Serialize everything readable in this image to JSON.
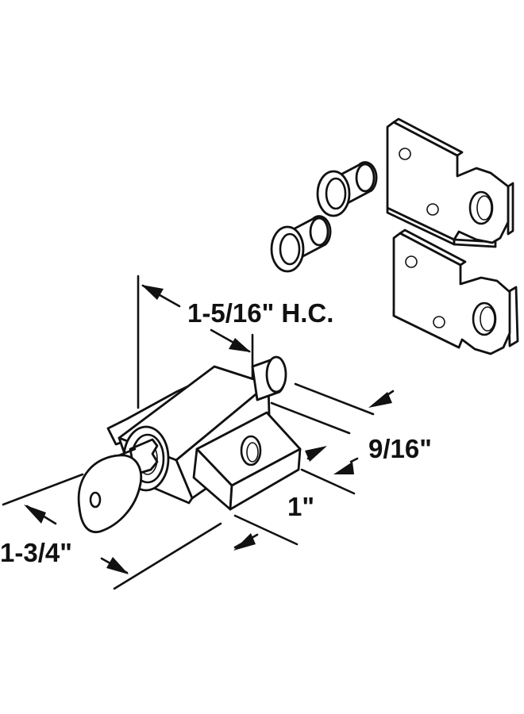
{
  "dimensions": {
    "hole_centers": "1-5/16\" H.C.",
    "width": "9/16\"",
    "height": "1\"",
    "length": "1-3/4\""
  },
  "colors": {
    "line": "#111111",
    "background": "#ffffff"
  }
}
